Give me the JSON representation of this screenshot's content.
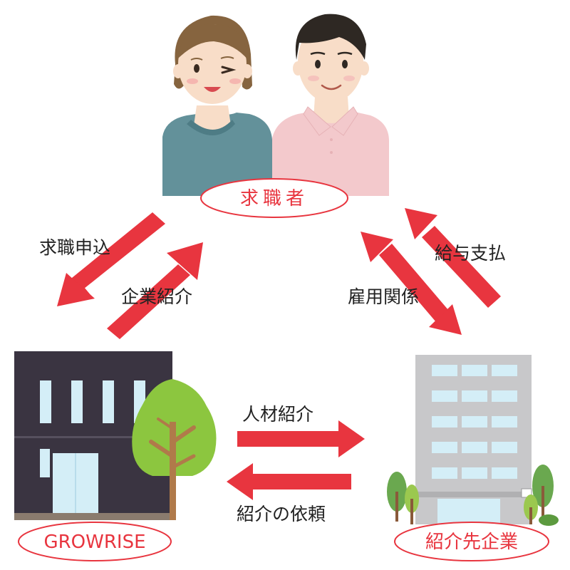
{
  "nodes": {
    "job_seeker": {
      "label": "求職者"
    },
    "agency": {
      "label": "GROWRISE"
    },
    "client_company": {
      "label": "紹介先企業"
    }
  },
  "arrows": {
    "application": "求職申込",
    "company_introduction": "企業紹介",
    "employment_relationship": "雇用関係",
    "salary_payment": "給与支払",
    "talent_introduction": "人材紹介",
    "introduction_request": "紹介の依頼"
  },
  "colors": {
    "accent_red": "#e8353f",
    "building_dark": "#3a3441",
    "building_light": "#c8c8ca",
    "window_blue": "#d4eef7",
    "tree_green": "#8cc63f",
    "tree_trunk": "#b07a4a",
    "woman_shirt": "#63919a",
    "man_shirt": "#f3c9cc"
  },
  "icons": {
    "people": "couple-illustration",
    "agency_building": "dark-office-building",
    "client_building": "gray-office-building"
  }
}
